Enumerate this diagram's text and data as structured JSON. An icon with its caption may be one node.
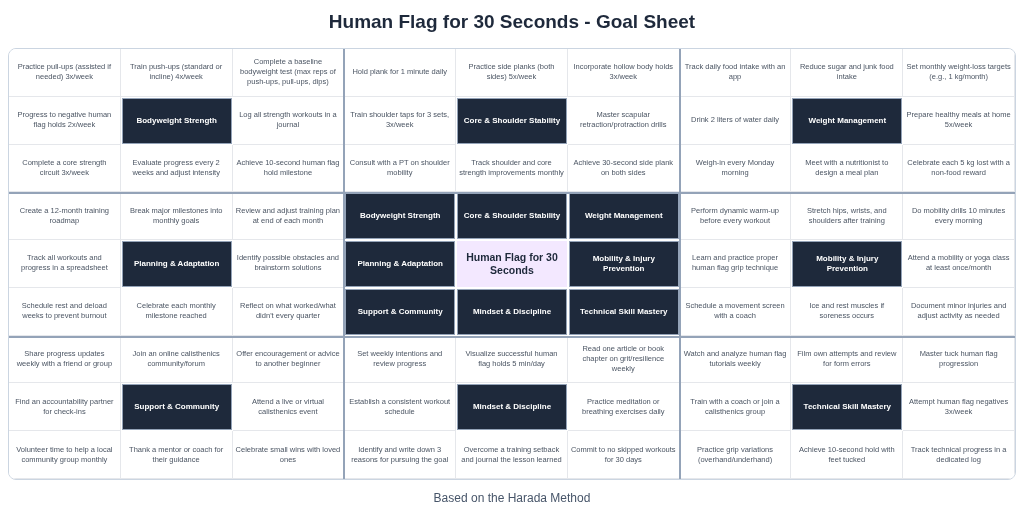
{
  "diagram": {
    "title": "Human Flag for 30 Seconds - Goal Sheet",
    "caption": "Based on the Harada Method",
    "nodes": [
      {
        "text": [
          "Practice pull-ups (assisted if needed) 3x/week"
        ]
      },
      {
        "text": [
          "Train push-ups (standard or incline) 4x/week"
        ]
      },
      {
        "text": [
          "Complete a baseline bodyweight test (max reps of push-ups, pull-ups, dips)"
        ]
      },
      {
        "text": [
          "Hold plank for 1 minute daily"
        ]
      },
      {
        "text": [
          "Practice side planks (both sides) 5x/week"
        ]
      },
      {
        "text": [
          "Incorporate hollow body holds 3x/week"
        ]
      },
      {
        "text": [
          "Track daily food intake with an app"
        ]
      },
      {
        "text": [
          "Reduce sugar and junk food intake"
        ]
      },
      {
        "text": [
          "Set monthly weight-loss targets (e.g., 1 kg/month)"
        ]
      },
      {
        "text": [
          "Progress to negative human flag holds 2x/week"
        ]
      },
      {
        "text": [
          "Bodyweight Strength"
        ]
      },
      {
        "text": [
          "Log all strength workouts in a journal"
        ]
      },
      {
        "text": [
          "Train shoulder taps for 3 sets, 3x/week"
        ]
      },
      {
        "text": [
          "Core & Shoulder Stability"
        ]
      },
      {
        "text": [
          "Master scapular retraction/protraction drills"
        ]
      },
      {
        "text": [
          "Drink 2 liters of water daily"
        ]
      },
      {
        "text": [
          "Weight Management"
        ]
      },
      {
        "text": [
          "Prepare healthy meals at home 5x/week"
        ]
      },
      {
        "text": [
          "Complete a core strength circuit 3x/week"
        ]
      },
      {
        "text": [
          "Evaluate progress every 2 weeks and adjust intensity"
        ]
      },
      {
        "text": [
          "Achieve 10-second human flag hold milestone"
        ]
      },
      {
        "text": [
          "Consult with a PT on shoulder mobility"
        ]
      },
      {
        "text": [
          "Track shoulder and core strength improvements monthly"
        ]
      },
      {
        "text": [
          "Achieve 30-second side plank on both sides"
        ]
      },
      {
        "text": [
          "Weigh-in every Monday morning"
        ]
      },
      {
        "text": [
          "Meet with a nutritionist to design a meal plan"
        ]
      },
      {
        "text": [
          "Celebrate each 5 kg lost with a non-food reward"
        ]
      },
      {
        "text": [
          "Create a 12-month training roadmap"
        ]
      },
      {
        "text": [
          "Break major milestones into monthly goals"
        ]
      },
      {
        "text": [
          "Review and adjust training plan at end of each month"
        ]
      },
      {
        "text": [
          "Bodyweight Strength"
        ]
      },
      {
        "text": [
          "Core & Shoulder Stability"
        ]
      },
      {
        "text": [
          "Weight Management"
        ]
      },
      {
        "text": [
          "Perform dynamic warm-up before every workout"
        ]
      },
      {
        "text": [
          "Stretch hips, wrists, and shoulders after training"
        ]
      },
      {
        "text": [
          "Do mobility drills 10 minutes every morning"
        ]
      },
      {
        "text": [
          "Track all workouts and progress in a spreadsheet"
        ]
      },
      {
        "text": [
          "Planning & Adaptation"
        ]
      },
      {
        "text": [
          "Identify possible obstacles and brainstorm solutions"
        ]
      },
      {
        "text": [
          "Planning & Adaptation"
        ]
      },
      {
        "text": [
          "Human Flag for 30 Seconds"
        ]
      },
      {
        "text": [
          "Mobility & Injury Prevention"
        ]
      },
      {
        "text": [
          "Learn and practice proper human flag grip technique"
        ]
      },
      {
        "text": [
          "Mobility & Injury Prevention"
        ]
      },
      {
        "text": [
          "Attend a mobility or yoga class at least once/month"
        ]
      },
      {
        "text": [
          "Schedule rest and deload weeks to prevent burnout"
        ]
      },
      {
        "text": [
          "Celebrate each monthly milestone reached"
        ]
      },
      {
        "text": [
          "Reflect on what worked/what didn't every quarter"
        ]
      },
      {
        "text": [
          "Support & Community"
        ]
      },
      {
        "text": [
          "Mindset & Discipline"
        ]
      },
      {
        "text": [
          "Technical Skill Mastery"
        ]
      },
      {
        "text": [
          "Schedule a movement screen with a coach"
        ]
      },
      {
        "text": [
          "Ice and rest muscles if soreness occurs"
        ]
      },
      {
        "text": [
          "Document minor injuries and adjust activity as needed"
        ]
      },
      {
        "text": [
          "Share progress updates weekly with a friend or group"
        ]
      },
      {
        "text": [
          "Join an online calisthenics community/forum"
        ]
      },
      {
        "text": [
          "Offer encouragement or advice to another beginner"
        ]
      },
      {
        "text": [
          "Set weekly intentions and review progress"
        ]
      },
      {
        "text": [
          "Visualize successful human flag holds 5 min/day"
        ]
      },
      {
        "text": [
          "Read one article or book chapter on grit/resilience weekly"
        ]
      },
      {
        "text": [
          "Watch and analyze human flag tutorials weekly"
        ]
      },
      {
        "text": [
          "Film own attempts and review for form errors"
        ]
      },
      {
        "text": [
          "Master tuck human flag progression"
        ]
      },
      {
        "text": [
          "Find an accountability partner for check-ins"
        ]
      },
      {
        "text": [
          "Support & Community"
        ]
      },
      {
        "text": [
          "Attend a live or virtual calisthenics event"
        ]
      },
      {
        "text": [
          "Establish a consistent workout schedule"
        ]
      },
      {
        "text": [
          "Mindset & Discipline"
        ]
      },
      {
        "text": [
          "Practice meditation or breathing exercises daily"
        ]
      },
      {
        "text": [
          "Train with a coach or join a calisthenics group"
        ]
      },
      {
        "text": [
          "Technical Skill Mastery"
        ]
      },
      {
        "text": [
          "Attempt human flag negatives 3x/week"
        ]
      },
      {
        "text": [
          "Volunteer time to help a local community group monthly"
        ]
      },
      {
        "text": [
          "Thank a mentor or coach for their guidance"
        ]
      },
      {
        "text": [
          "Celebrate small wins with loved ones"
        ]
      },
      {
        "text": [
          "Identify and write down 3 reasons for pursuing the goal"
        ]
      },
      {
        "text": [
          "Overcome a training setback and journal the lesson learned"
        ]
      },
      {
        "text": [
          "Commit to no skipped workouts for 30 days"
        ]
      },
      {
        "text": [
          "Practice grip variations (overhand/underhand)"
        ]
      },
      {
        "text": [
          "Achieve 10-second hold with feet tucked"
        ]
      },
      {
        "text": [
          "Track technical progress in a dedicated log"
        ]
      }
    ]
  }
}
